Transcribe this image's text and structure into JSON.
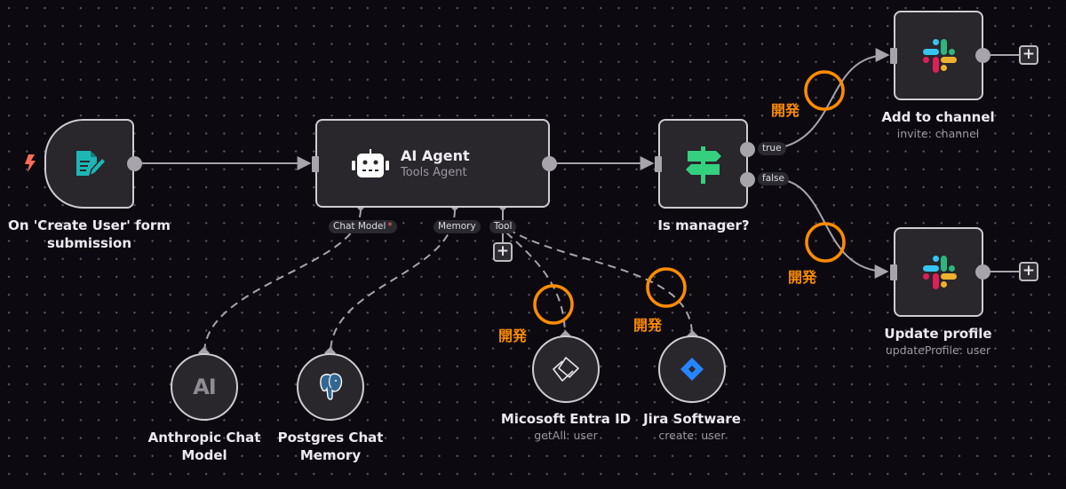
{
  "canvas": {
    "background": "#0c0a10",
    "annotation_color": "#ff8c00"
  },
  "nodes": {
    "trigger": {
      "label_line1": "On 'Create User' form",
      "label_line2": "submission",
      "icon": "form-edit-icon",
      "icon_color": "#1fb5b5",
      "trigger_icon": "lightning-bolt-icon",
      "trigger_color": "#ff6d5a"
    },
    "agent": {
      "title": "AI Agent",
      "subtitle": "Tools Agent",
      "icon": "robot-icon",
      "inputs": [
        {
          "label": "Chat Model",
          "required_mark": "*"
        },
        {
          "label": "Memory"
        },
        {
          "label": "Tool"
        }
      ]
    },
    "if_node": {
      "label": "Is manager?",
      "icon": "signpost-icon",
      "icon_color": "#35d07f",
      "outputs": [
        "true",
        "false"
      ]
    },
    "slack_add": {
      "label": "Add to channel",
      "sublabel": "invite: channel",
      "icon": "slack-icon"
    },
    "slack_update": {
      "label": "Update profile",
      "sublabel": "updateProfile: user",
      "icon": "slack-icon"
    },
    "anthropic": {
      "label_line1": "Anthropic Chat",
      "label_line2": "Model",
      "icon_text": "AI",
      "icon": "anthropic-icon"
    },
    "postgres": {
      "label_line1": "Postgres Chat",
      "label_line2": "Memory",
      "icon": "postgres-elephant-icon"
    },
    "entra": {
      "label": "Micosoft Entra ID",
      "sublabel": "getAll: user",
      "icon": "entra-id-icon"
    },
    "jira": {
      "label": "Jira Software",
      "sublabel": "create: user",
      "icon": "jira-icon",
      "icon_color": "#2684ff"
    }
  },
  "buttons": {
    "plus": "+"
  },
  "annotations": [
    {
      "text": "開発",
      "target": "true-branch-connection"
    },
    {
      "text": "開発",
      "target": "false-branch-connection"
    },
    {
      "text": "開発",
      "target": "entra-tool-connection"
    },
    {
      "text": "開発",
      "target": "jira-tool-connection"
    }
  ]
}
